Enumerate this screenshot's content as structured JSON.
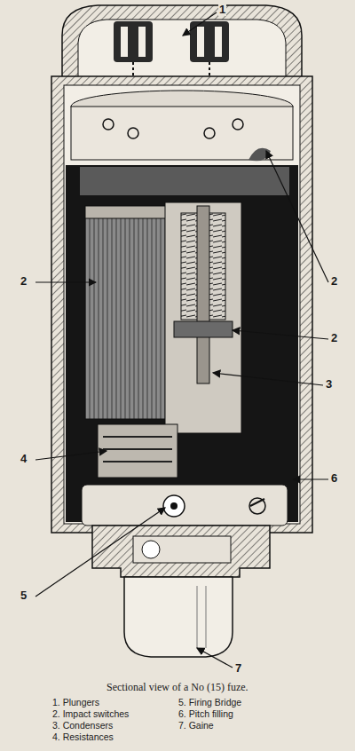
{
  "diagram": {
    "caption": "Sectional view of a No (15) fuze.",
    "labels": [
      "1",
      "2",
      "2",
      "2",
      "3",
      "4",
      "5",
      "6",
      "7",
      "1. Plungers",
      "2. Impact switches",
      "3. Condensers",
      "4. Resistances",
      "5. Firing Bridge",
      "6. Pitch filling",
      "7. Gaine"
    ]
  }
}
